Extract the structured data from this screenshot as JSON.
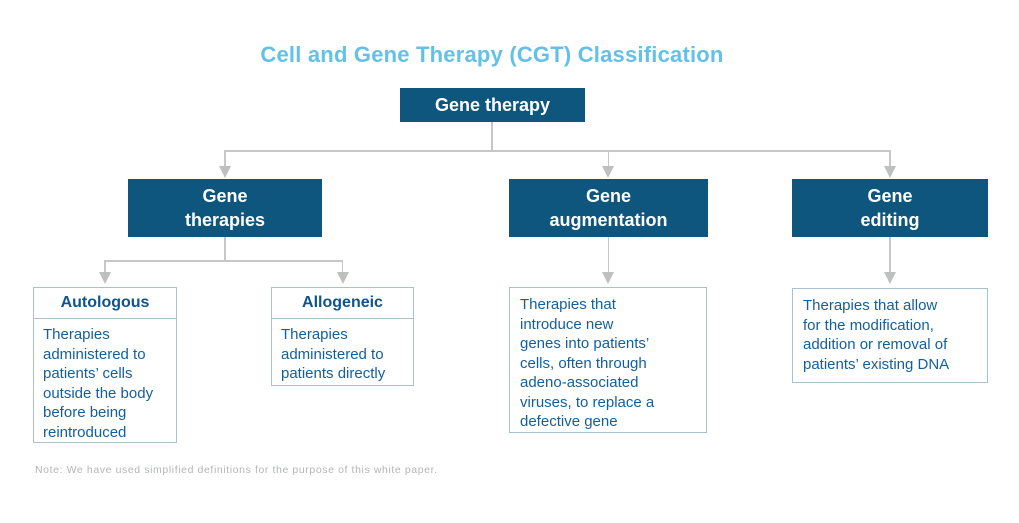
{
  "title": "Cell and Gene Therapy (CGT) Classification",
  "footnote": "Note: We have used simplified definitions for the purpose of this white paper.",
  "colors": {
    "title_blue": "#63c1e8",
    "node_box_blue": "#0e567d",
    "node_text_white": "#ffffff",
    "body_text_blue": "#135f9e",
    "card_header_blue": "#0e5590",
    "card_border_blue": "#a9c2d2",
    "connector_gray": "#c6c8c7",
    "footnote_gray": "#b3b6b5"
  },
  "tree": {
    "root": {
      "label": "Gene therapy"
    },
    "branches": [
      {
        "label": "Gene\ntherapies"
      },
      {
        "label": "Gene\naugmentation"
      },
      {
        "label": "Gene\nediting"
      }
    ],
    "leaves": {
      "autologous": {
        "title": "Autologous",
        "body": "Therapies\nadministered to\npatients’ cells\noutside the body\nbefore being\nreintroduced"
      },
      "allogeneic": {
        "title": "Allogeneic",
        "body": "Therapies\nadministered to\npatients directly"
      },
      "augmentation_desc": {
        "body": "Therapies that\nintroduce new\ngenes into patients’\ncells, often through\nadeno-associated\nviruses, to replace a\ndefective gene"
      },
      "editing_desc": {
        "body": "Therapies that allow\nfor the modification,\naddition or removal of\npatients’ existing DNA"
      }
    }
  }
}
